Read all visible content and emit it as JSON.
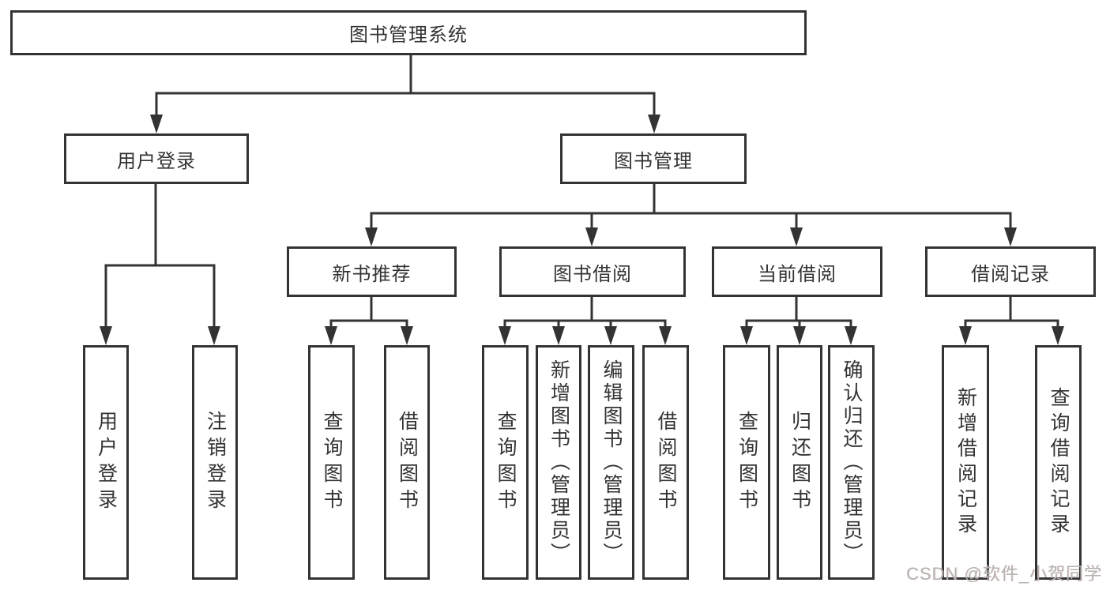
{
  "root": {
    "label": "图书管理系统"
  },
  "user_login": {
    "label": "用户登录",
    "children": [
      {
        "label": "用户登录"
      },
      {
        "label": "注销登录"
      }
    ]
  },
  "book_mgmt": {
    "label": "图书管理",
    "sections": [
      {
        "label": "新书推荐",
        "children": [
          {
            "label": "查询图书"
          },
          {
            "label": "借阅图书"
          }
        ]
      },
      {
        "label": "图书借阅",
        "children": [
          {
            "label": "查询图书"
          },
          {
            "label": "新增图书（管理员）"
          },
          {
            "label": "编辑图书（管理员）"
          },
          {
            "label": "借阅图书"
          }
        ]
      },
      {
        "label": "当前借阅",
        "children": [
          {
            "label": "查询图书"
          },
          {
            "label": "归还图书"
          },
          {
            "label": "确认归还（管理员）"
          }
        ]
      },
      {
        "label": "借阅记录",
        "children": [
          {
            "label": "新增借阅记录"
          },
          {
            "label": "查询借阅记录"
          }
        ]
      }
    ]
  },
  "watermark": {
    "text": "CSDN @软件_小贺同学"
  },
  "colors": {
    "line": "#333333",
    "text": "#333333",
    "background": "#ffffff",
    "watermark": "#b5b2b0"
  }
}
